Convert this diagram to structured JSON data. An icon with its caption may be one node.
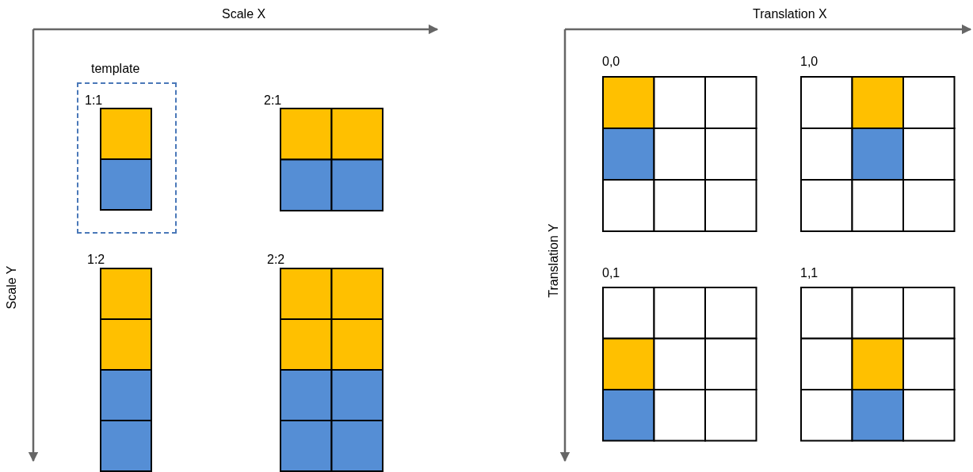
{
  "diagram": {
    "nodes": [
      {
        "text": [
          "template"
        ]
      },
      {
        "text": [
          "1:1"
        ],
        "in": 0
      },
      {
        "text": [
          "2:1"
        ]
      },
      {
        "text": [
          "1:2"
        ]
      },
      {
        "text": [
          "2:2"
        ]
      },
      {
        "text": [
          "0,0"
        ]
      },
      {
        "text": [
          "1,0"
        ]
      },
      {
        "text": [
          "0,1"
        ]
      },
      {
        "text": [
          "1,1"
        ]
      }
    ],
    "edges": [],
    "labels": [
      "Scale X",
      "Scale Y",
      "Translation X",
      "Translation Y"
    ]
  }
}
